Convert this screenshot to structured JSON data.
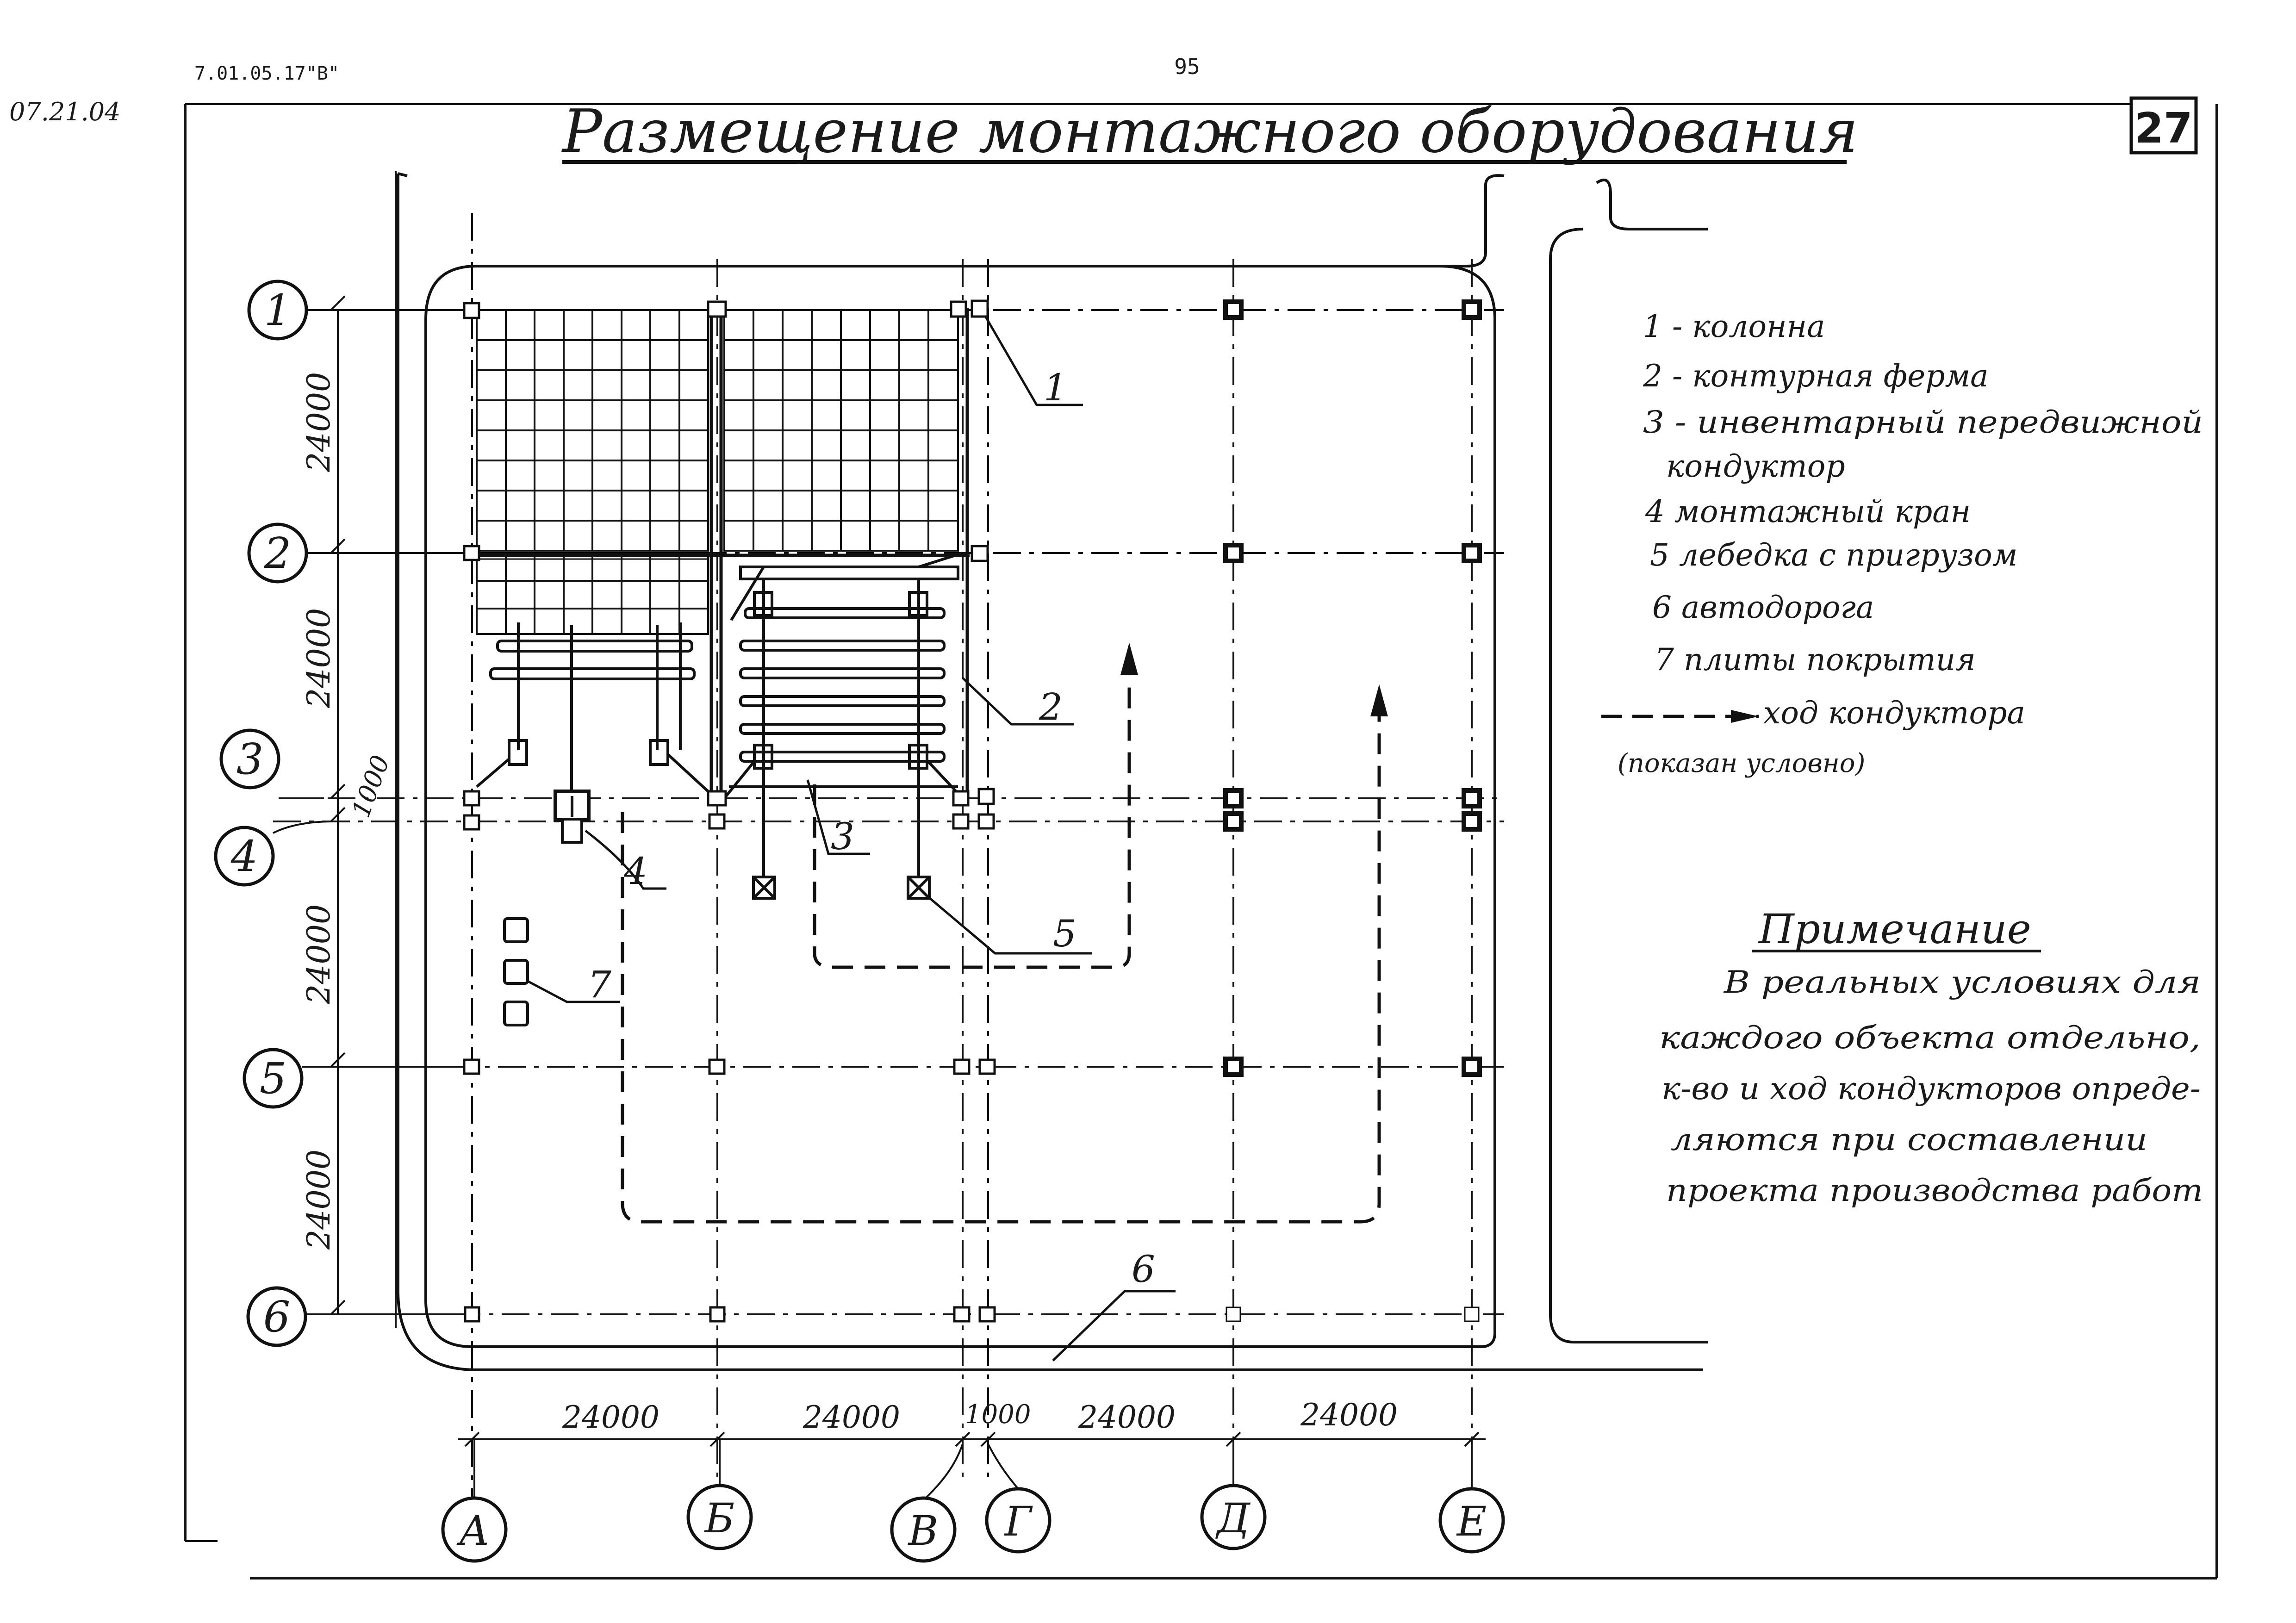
{
  "header": {
    "doc_code": "7.01.05.17\"В\"",
    "page_number": "95",
    "side_code": "07.21.04",
    "title": "Размещение монтажного оборудования",
    "sheet_number": "27"
  },
  "axes": {
    "rows": [
      "1",
      "2",
      "3",
      "4",
      "5",
      "6"
    ],
    "columns": [
      "А",
      "Б",
      "В",
      "Г",
      "Д",
      "Е"
    ]
  },
  "dimensions": {
    "vertical": [
      "24000",
      "24000",
      "1000",
      "24000",
      "24000"
    ],
    "horizontal": [
      "24000",
      "24000",
      "1000",
      "24000",
      "24000"
    ]
  },
  "callouts": [
    "1",
    "2",
    "3",
    "4",
    "5",
    "6",
    "7"
  ],
  "legend": {
    "items": [
      "1 - колонна",
      "2 - контурная ферма",
      "3 - инвентарный передвижной",
      "кондуктор",
      "4 монтажный кран",
      "5 лебедка с пригрузом",
      "6 автодорога",
      "7 плиты покрытия"
    ],
    "route_label": "ход кондуктора",
    "route_note": "(показан условно)"
  },
  "note": {
    "title": "Примечание",
    "lines": [
      "В реальных условиях для",
      "каждого объекта отдельно,",
      "к-во и ход кондукторов опреде-",
      "ляются при составлении",
      "проекта производства работ"
    ]
  }
}
